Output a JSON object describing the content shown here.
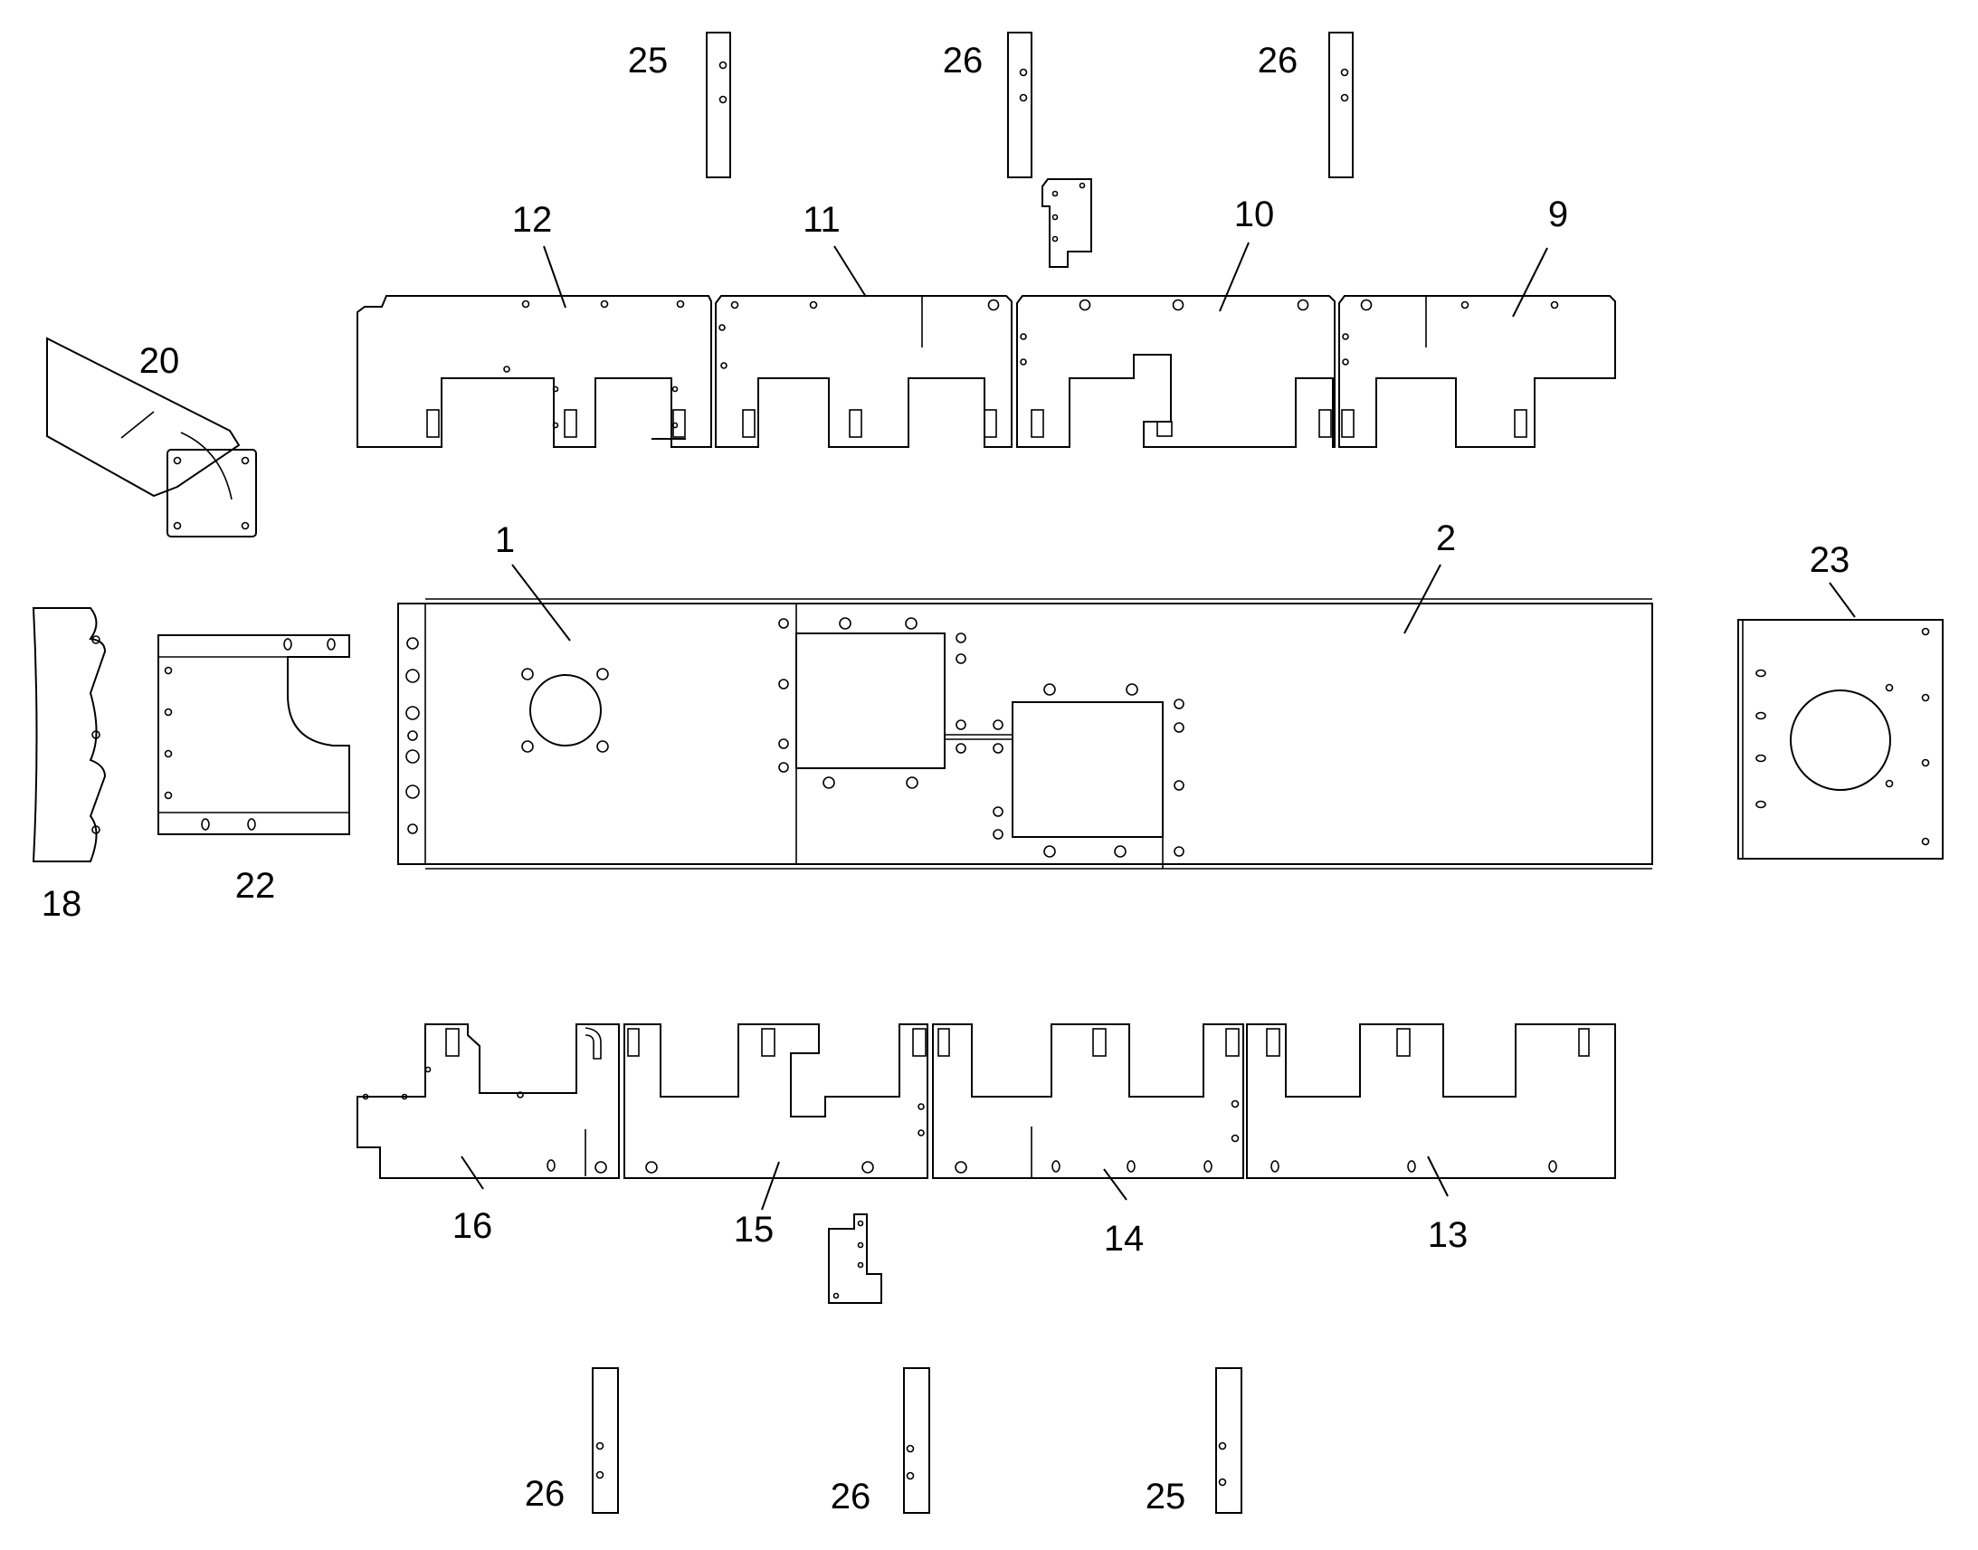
{
  "diagram": {
    "line_color": "#000000",
    "background": "#ffffff",
    "callouts": {
      "c1": "1",
      "c2": "2",
      "c9": "9",
      "c10": "10",
      "c11": "11",
      "c12": "12",
      "c13": "13",
      "c14": "14",
      "c15": "15",
      "c16": "16",
      "c18": "18",
      "c20": "20",
      "c22": "22",
      "c23": "23",
      "c25a": "25",
      "c26a": "26",
      "c26b": "26",
      "c26c": "26",
      "c26d": "26",
      "c25b": "25"
    }
  }
}
